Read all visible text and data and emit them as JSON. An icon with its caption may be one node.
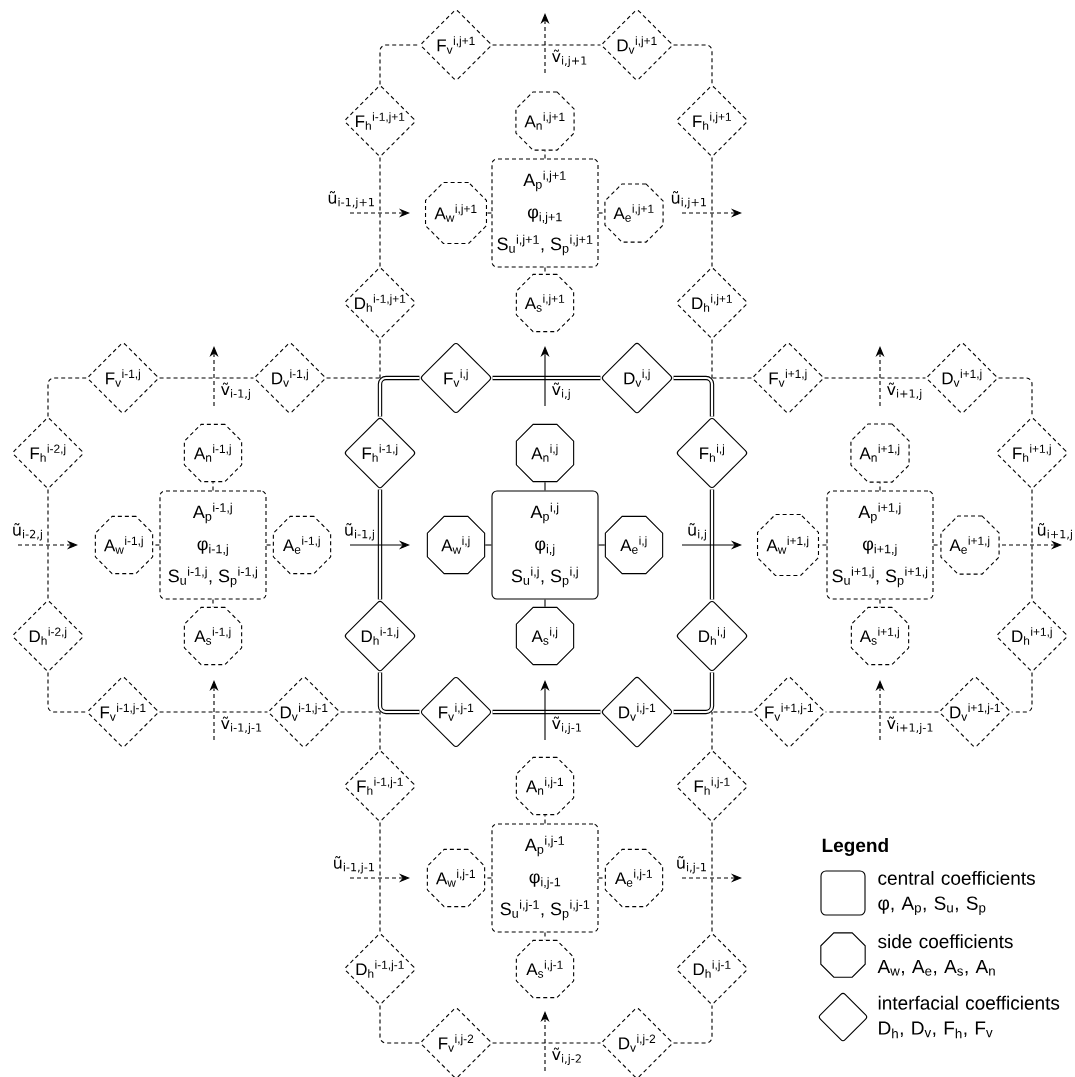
{
  "diagram": {
    "nodes": [
      {
        "text": [
          "F$_{v}$$^{i,j+1}$"
        ]
      },
      {
        "text": [
          "D$_{v}$$^{i,j+1}$"
        ]
      },
      {
        "text": [
          "F$_{h}$$^{i-1,j+1}$"
        ]
      },
      {
        "text": [
          "A$_{n}$$^{i,j+1}$"
        ]
      },
      {
        "text": [
          "F$_{h}$$^{i,j+1}$"
        ]
      },
      {
        "text": [
          "A$_{w}$$^{i,j+1}$"
        ]
      },
      {
        "text": [
          "A$_{p}$$^{i,j+1}$",
          "φ$_{i,j+1}$",
          "S$_{u}$$^{i,j+1}$, S$_{p}$$^{i,j+1}$"
        ]
      },
      {
        "text": [
          "A$_{e}$$^{i,j+1}$"
        ]
      },
      {
        "text": [
          "D$_{h}$$^{i-1,j+1}$"
        ]
      },
      {
        "text": [
          "A$_{s}$$^{i,j+1}$"
        ]
      },
      {
        "text": [
          "D$_{h}$$^{i,j+1}$"
        ]
      },
      {
        "text": [
          "F$_{v}$$^{i-1,j}$"
        ]
      },
      {
        "text": [
          "D$_{v}$$^{i-1,j}$"
        ]
      },
      {
        "text": [
          "F$_{v}$$^{i,j}$"
        ]
      },
      {
        "text": [
          "D$_{v}$$^{i,j}$"
        ]
      },
      {
        "text": [
          "F$_{v}$$^{i+1,j}$"
        ]
      },
      {
        "text": [
          "D$_{v}$$^{i+1,j}$"
        ]
      },
      {
        "text": [
          "F$_{h}$$^{i-2,j}$"
        ]
      },
      {
        "text": [
          "A$_{n}$$^{i-1,j}$"
        ]
      },
      {
        "text": [
          "F$_{h}$$^{i-1,j}$"
        ]
      },
      {
        "text": [
          "A$_{n}$$^{i,j}$"
        ]
      },
      {
        "text": [
          "F$_{h}$$^{i,j}$"
        ]
      },
      {
        "text": [
          "A$_{n}$$^{i+1,j}$"
        ]
      },
      {
        "text": [
          "F$_{h}$$^{i+1,j}$"
        ]
      },
      {
        "text": [
          "A$_{w}$$^{i-1,j}$"
        ]
      },
      {
        "text": [
          "A$_{p}$$^{i-1,j}$",
          "φ$_{i-1,j}$",
          "S$_{u}$$^{i-1,j}$, S$_{p}$$^{i-1,j}$"
        ]
      },
      {
        "text": [
          "A$_{e}$$^{i-1,j}$"
        ]
      },
      {
        "text": [
          "A$_{w}$$^{i,j}$"
        ]
      },
      {
        "text": [
          "A$_{p}$$^{i,j}$",
          "φ$_{i,j}$",
          "S$_{u}$$^{i,j}$, S$_{p}$$^{i,j}$"
        ]
      },
      {
        "text": [
          "A$_{e}$$^{i,j}$"
        ]
      },
      {
        "text": [
          "A$_{w}$$^{i+1,j}$"
        ]
      },
      {
        "text": [
          "A$_{p}$$^{i+1,j}$",
          "φ$_{i+1,j}$",
          "S$_{u}$$^{i+1,j}$, S$_{p}$$^{i+1,j}$"
        ]
      },
      {
        "text": [
          "A$_{e}$$^{i+1,j}$"
        ]
      },
      {
        "text": [
          "D$_{h}$$^{i-2,j}$"
        ]
      },
      {
        "text": [
          "A$_{s}$$^{i-1,j}$"
        ]
      },
      {
        "text": [
          "D$_{h}$$^{i-1,j}$"
        ]
      },
      {
        "text": [
          "A$_{s}$$^{i,j}$"
        ]
      },
      {
        "text": [
          "D$_{h}$$^{i,j}$"
        ]
      },
      {
        "text": [
          "A$_{s}$$^{i+1,j}$"
        ]
      },
      {
        "text": [
          "D$_{h}$$^{i+1,j}$"
        ]
      },
      {
        "text": [
          "F$_{v}$$^{i-1,j-1}$"
        ]
      },
      {
        "text": [
          "D$_{v}$$^{i-1,j-1}$"
        ]
      },
      {
        "text": [
          "F$_{v}$$^{i,j-1}$"
        ]
      },
      {
        "text": [
          "D$_{v}$$^{i,j-1}$"
        ]
      },
      {
        "text": [
          "F$_{v}$$^{i+1,j-1}$"
        ]
      },
      {
        "text": [
          "D$_{v}$$^{i+1,j-1}$"
        ]
      },
      {
        "text": [
          "F$_{h}$$^{i-1,j-1}$"
        ]
      },
      {
        "text": [
          "A$_{n}$$^{i,j-1}$"
        ]
      },
      {
        "text": [
          "F$_{h}$$^{i,j-1}$"
        ]
      },
      {
        "text": [
          "A$_{w}$$^{i,j-1}$"
        ]
      },
      {
        "text": [
          "A$_{p}$$^{i,j-1}$",
          "φ$_{i,j-1}$",
          "S$_{u}$$^{i,j-1}$, S$_{p}$$^{i,j-1}$"
        ]
      },
      {
        "text": [
          "A$_{e}$$^{i,j-1}$"
        ]
      },
      {
        "text": [
          "D$_{h}$$^{i-1,j-1}$"
        ]
      },
      {
        "text": [
          "A$_{s}$$^{i,j-1}$"
        ]
      },
      {
        "text": [
          "D$_{h}$$^{i,j-1}$"
        ]
      },
      {
        "text": [
          "F$_{v}$$^{i,j-2}$"
        ]
      },
      {
        "text": [
          "D$_{v}$$^{i,j-2}$"
        ]
      }
    ],
    "edges": [
      {
        "from": 2,
        "to": 0,
        "arrow": "none",
        "style": "dashed"
      },
      {
        "from": 0,
        "to": 1,
        "arrow": "none",
        "style": "dashed"
      },
      {
        "from": 1,
        "to": 4,
        "arrow": "none",
        "style": "dashed"
      },
      {
        "from": 6,
        "to": 3,
        "arrow": "none",
        "style": "dashed"
      },
      {
        "from": 6,
        "to": 5,
        "arrow": "none",
        "style": "dashed"
      },
      {
        "from": 6,
        "to": 7,
        "arrow": "none",
        "style": "dashed"
      },
      {
        "from": 6,
        "to": 9,
        "arrow": "none",
        "style": "dashed"
      },
      {
        "from": 2,
        "to": 8,
        "arrow": "none",
        "style": "dashed"
      },
      {
        "from": 4,
        "to": 10,
        "arrow": "none",
        "style": "dashed"
      },
      {
        "from": 8,
        "to": null,
        "arrow": "none",
        "style": "dashed"
      },
      {
        "from": 10,
        "to": null,
        "arrow": "none",
        "style": "dashed"
      },
      {
        "from": 17,
        "to": 11,
        "arrow": "none",
        "style": "dashed"
      },
      {
        "from": 11,
        "to": 12,
        "arrow": "none",
        "style": "dashed"
      },
      {
        "from": 12,
        "to": null,
        "arrow": "none",
        "style": "dashed"
      },
      {
        "from": 25,
        "to": 18,
        "arrow": "none",
        "style": "dashed"
      },
      {
        "from": 25,
        "to": 24,
        "arrow": "none",
        "style": "dashed"
      },
      {
        "from": 25,
        "to": 26,
        "arrow": "none",
        "style": "dashed"
      },
      {
        "from": 25,
        "to": 34,
        "arrow": "none",
        "style": "dashed"
      },
      {
        "from": 17,
        "to": 33,
        "arrow": "none",
        "style": "dashed"
      },
      {
        "from": 33,
        "to": 40,
        "arrow": "none",
        "style": "dashed"
      },
      {
        "from": 40,
        "to": 41,
        "arrow": "none",
        "style": "dashed"
      },
      {
        "from": 41,
        "to": null,
        "arrow": "none",
        "style": "dashed"
      },
      {
        "from": 19,
        "to": 13,
        "arrow": "none",
        "style": "thick"
      },
      {
        "from": 13,
        "to": 14,
        "arrow": "none",
        "style": "thick"
      },
      {
        "from": 14,
        "to": 21,
        "arrow": "none",
        "style": "thick"
      },
      {
        "from": 28,
        "to": 20,
        "arrow": "none"
      },
      {
        "from": 28,
        "to": 27,
        "arrow": "none"
      },
      {
        "from": 28,
        "to": 29,
        "arrow": "none"
      },
      {
        "from": 28,
        "to": 36,
        "arrow": "none"
      },
      {
        "from": 19,
        "to": 35,
        "arrow": "none",
        "style": "thick"
      },
      {
        "from": 21,
        "to": 37,
        "arrow": "none",
        "style": "thick"
      },
      {
        "from": 35,
        "to": 42,
        "arrow": "none",
        "style": "thick"
      },
      {
        "from": 42,
        "to": 43,
        "arrow": "none",
        "style": "thick"
      },
      {
        "from": 43,
        "to": 37,
        "arrow": "none",
        "style": "thick"
      },
      {
        "from": 15,
        "to": null,
        "arrow": "none",
        "style": "dashed"
      },
      {
        "from": 15,
        "to": 16,
        "arrow": "none",
        "style": "dashed"
      },
      {
        "from": 16,
        "to": 23,
        "arrow": "none",
        "style": "dashed"
      },
      {
        "from": 31,
        "to": 22,
        "arrow": "none",
        "style": "dashed"
      },
      {
        "from": 31,
        "to": 30,
        "arrow": "none",
        "style": "dashed"
      },
      {
        "from": 31,
        "to": 32,
        "arrow": "none",
        "style": "dashed"
      },
      {
        "from": 31,
        "to": 38,
        "arrow": "none",
        "style": "dashed"
      },
      {
        "from": 23,
        "to": 39,
        "arrow": "none",
        "style": "dashed"
      },
      {
        "from": 39,
        "to": 45,
        "arrow": "none",
        "style": "dashed"
      },
      {
        "from": 45,
        "to": 44,
        "arrow": "none",
        "style": "dashed"
      },
      {
        "from": 44,
        "to": null,
        "arrow": "none",
        "style": "dashed"
      },
      {
        "from": 46,
        "to": null,
        "arrow": "none",
        "style": "dashed"
      },
      {
        "from": 48,
        "to": null,
        "arrow": "none",
        "style": "dashed"
      },
      {
        "from": 50,
        "to": 47,
        "arrow": "none",
        "style": "dashed"
      },
      {
        "from": 50,
        "to": 49,
        "arrow": "none",
        "style": "dashed"
      },
      {
        "from": 50,
        "to": 51,
        "arrow": "none",
        "style": "dashed"
      },
      {
        "from": 50,
        "to": 53,
        "arrow": "none",
        "style": "dashed"
      },
      {
        "from": 46,
        "to": 52,
        "arrow": "none",
        "style": "dashed"
      },
      {
        "from": 48,
        "to": 54,
        "arrow": "none",
        "style": "dashed"
      },
      {
        "from": 52,
        "to": 55,
        "arrow": "none",
        "style": "dashed"
      },
      {
        "from": 55,
        "to": 56,
        "arrow": "none",
        "style": "dashed"
      },
      {
        "from": 56,
        "to": 54,
        "arrow": "none",
        "style": "dashed"
      }
    ],
    "labels": [
      "ṽ$_{i,j+1}$",
      "ũ$_{i-1,j+1}$",
      "ũ$_{i,j+1}$",
      "ṽ$_{i-1,j}$",
      "ṽ$_{i,j}$",
      "ṽ$_{i+1,j}$",
      "ũ$_{i-2,j}$",
      "ũ$_{i-1,j}$",
      "ũ$_{i,j}$",
      "ũ$_{i+1,j}$",
      "ṽ$_{i-1,j-1}$",
      "ṽ$_{i,j-1}$",
      "ṽ$_{i+1,j-1}$",
      "ũ$_{i-1,j-1}$",
      "ũ$_{i,j-1}$",
      "Legend",
      "ṽ$_{i,j-2}$"
    ],
    "legend": [
      {
        "text": "central coefficients φ, A$_{p}$, S$_{u}$, S$_{p}$"
      },
      {
        "text": "side coefficients A$_{w}$, A$_{e}$, A$_{s}$, A$_{n}$"
      },
      {
        "text": "interfacial coefficients D$_{h}$, D$_{v}$, F$_{h}$, F$_{v}$"
      }
    ]
  }
}
